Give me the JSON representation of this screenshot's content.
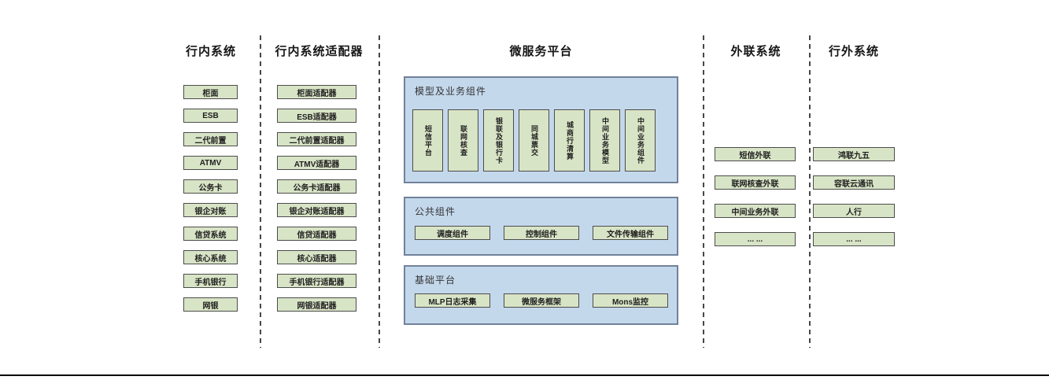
{
  "colors": {
    "box_green_fill": "#d8e4c6",
    "box_border": "#4c4c4c",
    "panel_blue_fill": "#c4d8ec",
    "panel_blue_border": "#71829a",
    "divider_dash": "#474747",
    "bottom_line": "#000000"
  },
  "headers": {
    "internal": "行内系统",
    "adapter": "行内系统适配器",
    "platform": "微服务平台",
    "external": "外联系统",
    "outside": "行外系统"
  },
  "internal_items": [
    "柜面",
    "ESB",
    "二代前置",
    "ATMV",
    "公务卡",
    "银企对账",
    "信贷系统",
    "核心系统",
    "手机银行",
    "网银"
  ],
  "adapter_items": [
    "柜面适配器",
    "ESB适配器",
    "二代前置适配器",
    "ATMV适配器",
    "公务卡适配器",
    "银企对账适配器",
    "信贷适配器",
    "核心适配器",
    "手机银行适配器",
    "网银适配器"
  ],
  "platform_sections": {
    "model": {
      "title": "模型及业务组件",
      "items": [
        "短信平台",
        "联网核查",
        "银联及银行卡",
        "同城票交",
        "城商行清算",
        "中间业务模型",
        "中间业务组件"
      ]
    },
    "common": {
      "title": "公共组件",
      "items": [
        "调度组件",
        "控制组件",
        "文件传输组件"
      ]
    },
    "base": {
      "title": "基础平台",
      "items": [
        "MLP日志采集",
        "微服务框架",
        "Mons监控"
      ]
    }
  },
  "external_items": [
    "短信外联",
    "联网核查外联",
    "中间业务外联",
    "... ..."
  ],
  "outside_items": [
    "鸿联九五",
    "容联云通讯",
    "人行",
    "... ..."
  ]
}
